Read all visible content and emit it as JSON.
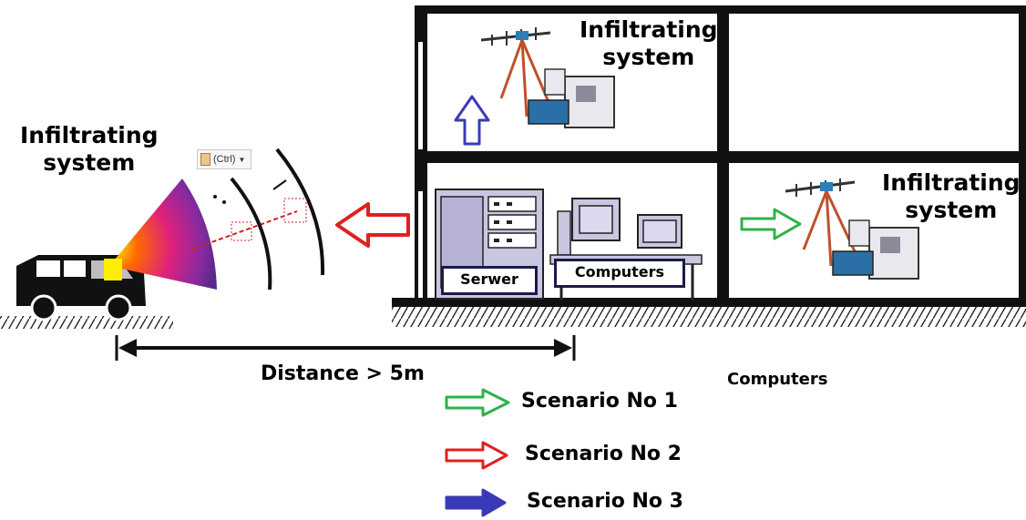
{
  "labels": {
    "infiltrating_left": "Infiltrating\nsystem",
    "infiltrating_top": "Infiltrating\nsystem",
    "infiltrating_right": "Infiltrating\nsystem",
    "server": "Serwer",
    "computers_box": "Computers",
    "computers_below": "Computers",
    "distance": "Distance > 5m",
    "paste_ctrl": "(Ctrl)"
  },
  "legend": [
    {
      "label": "Scenario No 1",
      "color": "#2db34a"
    },
    {
      "label": "Scenario No 2",
      "color": "#e02020"
    },
    {
      "label": "Scenario No 3",
      "color": "#3a3ab8"
    }
  ]
}
